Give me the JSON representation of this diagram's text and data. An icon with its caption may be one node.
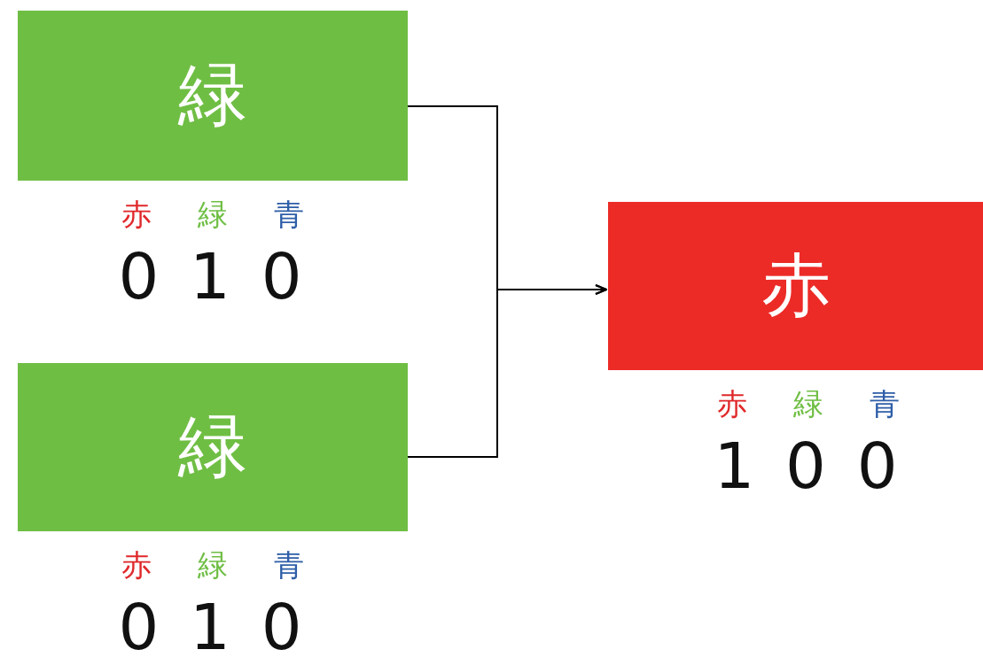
{
  "diagram": {
    "nodes": [
      {
        "text": [
          "緑"
        ],
        "beside": [
          "赤",
          "緑",
          "青",
          "0 1 0"
        ]
      },
      {
        "text": [
          "緑"
        ],
        "beside": [
          "赤",
          "緑",
          "青",
          "0 1 0"
        ]
      },
      {
        "text": [
          "赤"
        ],
        "beside": [
          "赤",
          "緑",
          "青",
          "1 0 0"
        ]
      }
    ],
    "edges": [
      {
        "from": 0,
        "to": 2,
        "arrow": "to"
      },
      {
        "from": 1,
        "to": 2,
        "arrow": "to"
      }
    ]
  }
}
